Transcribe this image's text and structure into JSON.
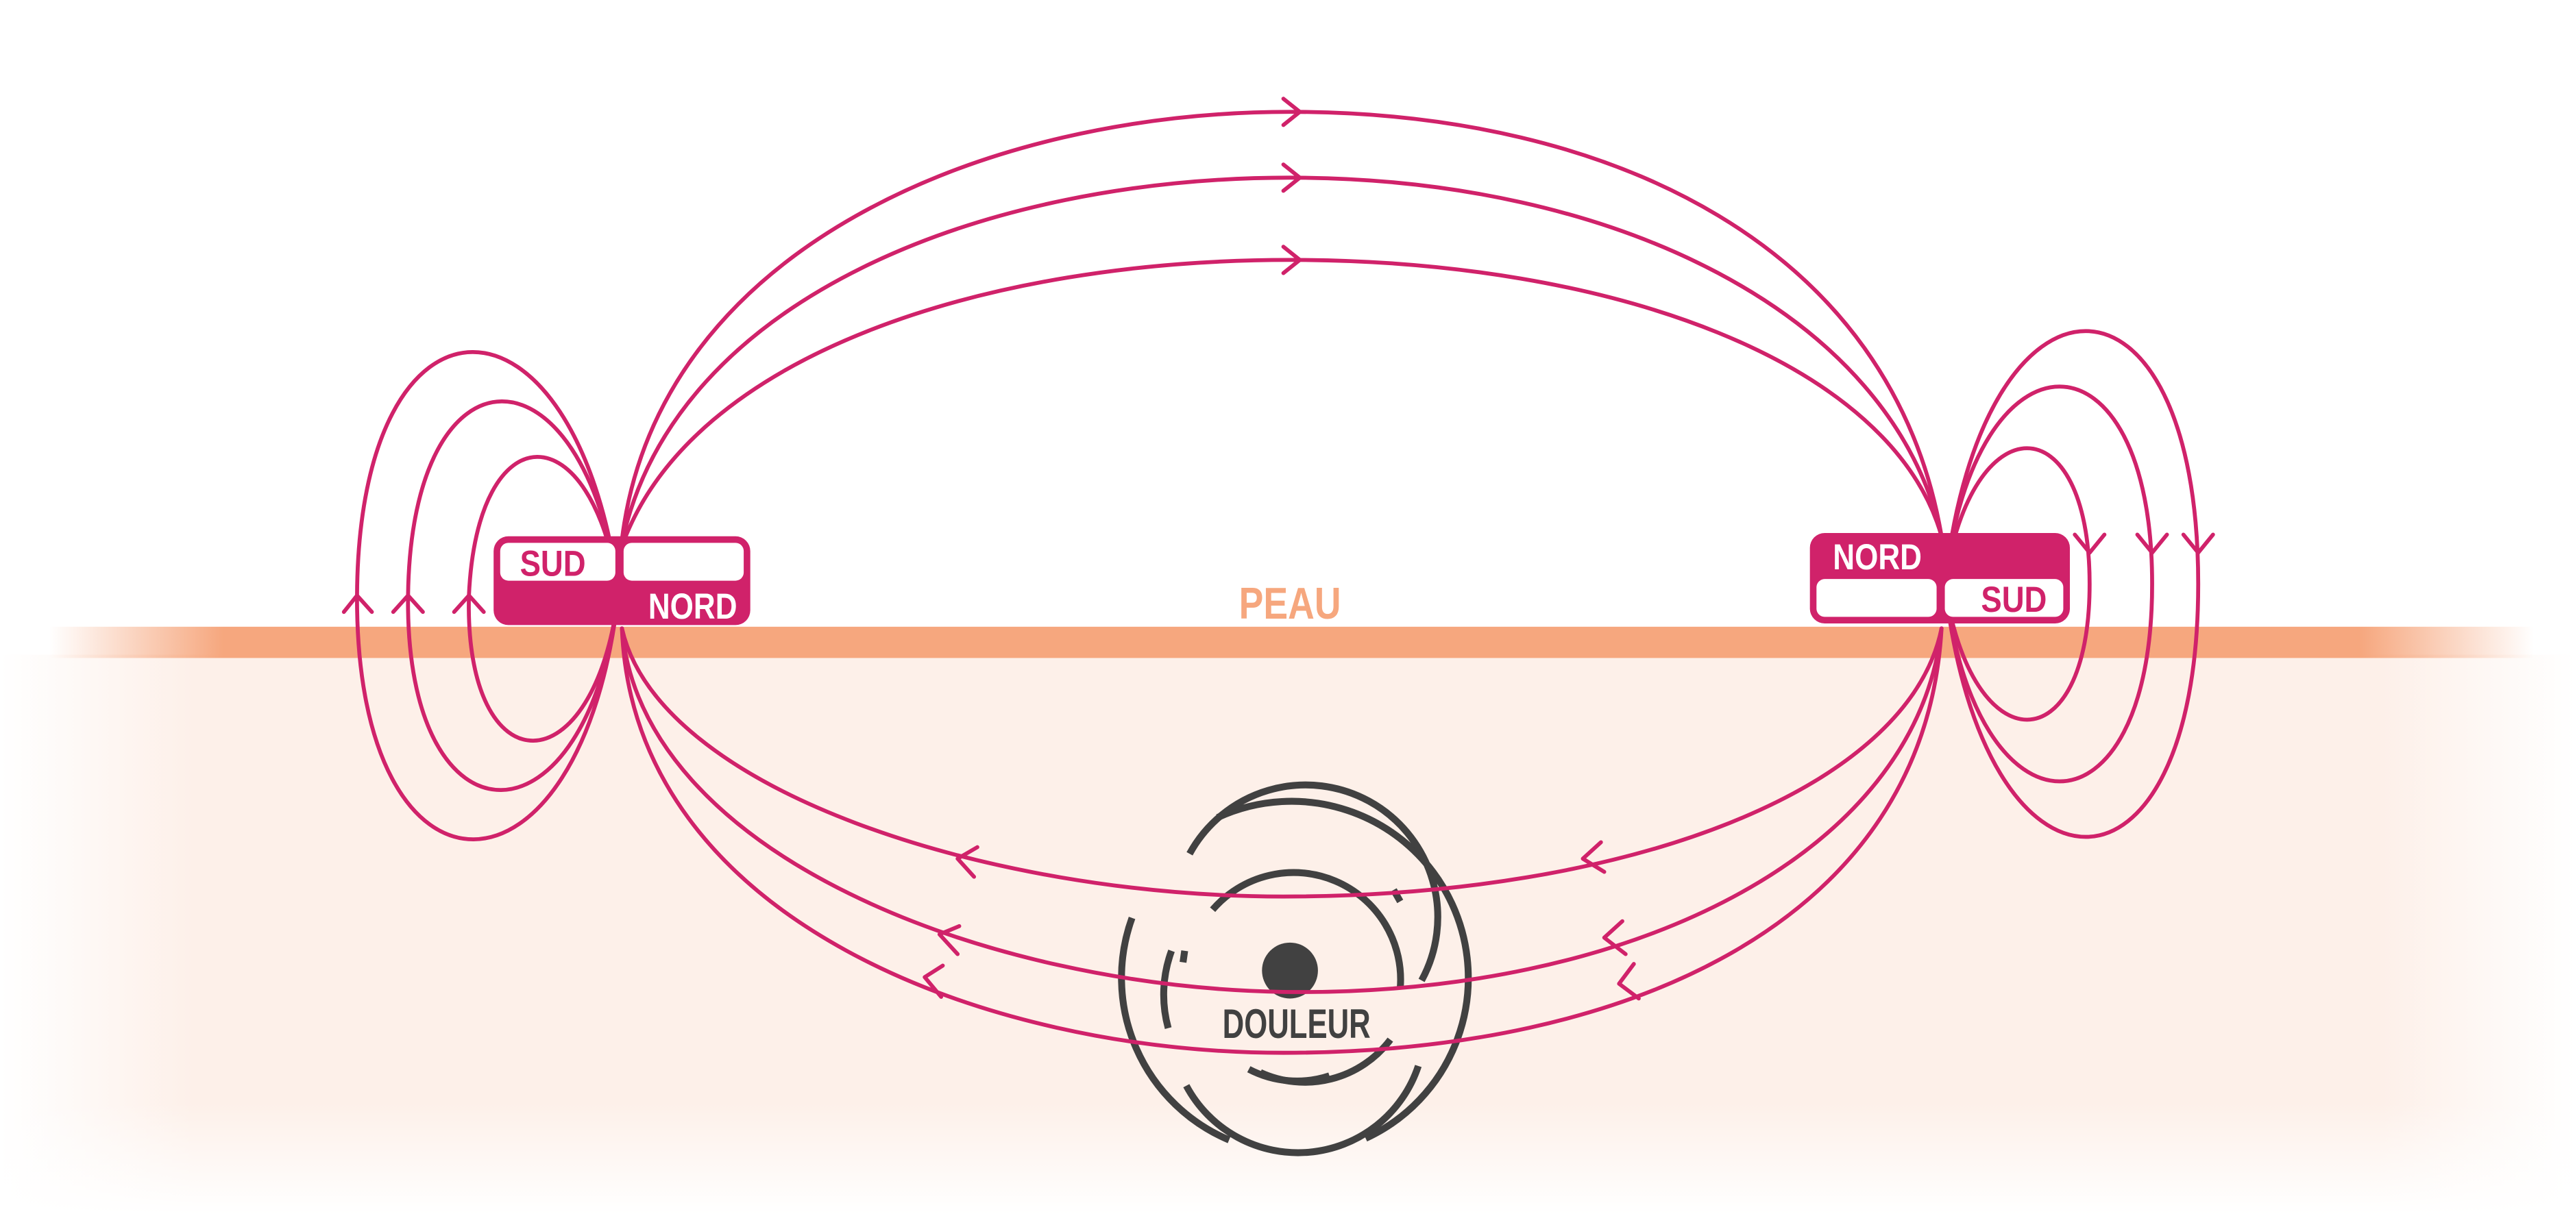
{
  "labels": {
    "skin": "PEAU",
    "pain": "DOULEUR",
    "left_magnet_north": "NORD",
    "left_magnet_south": "SUD",
    "right_magnet_north": "NORD",
    "right_magnet_south": "SUD"
  },
  "colors": {
    "field_line": "#D0226A",
    "magnet": "#D0226A",
    "skin_band": "#F6A77E",
    "skin_label": "#F6A77E",
    "tissue": "#FDF0E9",
    "pain": "#414141",
    "background": "#FFFFFF"
  }
}
